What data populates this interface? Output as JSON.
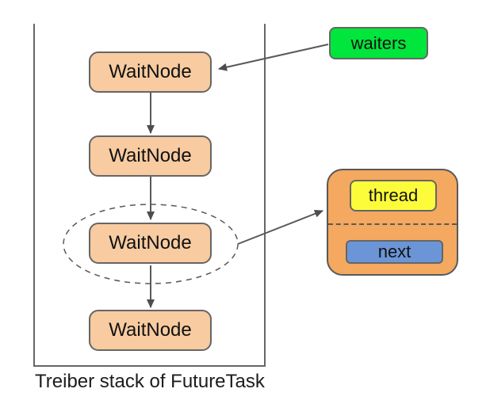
{
  "diagram": {
    "caption": "Treiber stack of FutureTask",
    "stack": {
      "nodes": [
        {
          "label": "WaitNode"
        },
        {
          "label": "WaitNode"
        },
        {
          "label": "WaitNode"
        },
        {
          "label": "WaitNode"
        }
      ]
    },
    "waiters_label": "waiters",
    "detail": {
      "thread_label": "thread",
      "next_label": "next"
    },
    "colors": {
      "node_fill": "#F8CBA0",
      "waiters_fill": "#00E63C",
      "detail_fill": "#F4A860",
      "thread_fill": "#FCFC3A",
      "next_fill": "#6B95D6",
      "shape_stroke": "#666666",
      "connector_stroke": "#595959",
      "arrowhead_fill": "#4D4D4D",
      "text_color": "#111111"
    }
  }
}
